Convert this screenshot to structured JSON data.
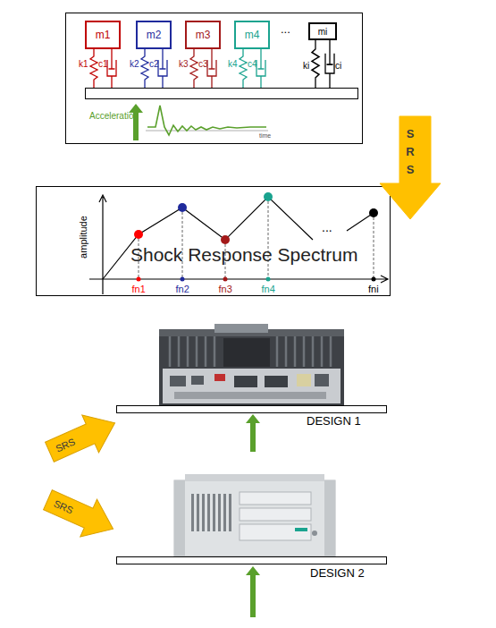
{
  "diagram": {
    "nodes": [
      {
        "text": [
          "m1"
        ]
      },
      {
        "text": [
          "m2"
        ]
      },
      {
        "text": [
          "m3"
        ]
      },
      {
        "text": [
          "m4"
        ]
      },
      {
        "text": [
          "mi"
        ]
      },
      {
        "text": [
          "S R S"
        ]
      },
      {
        "text": [
          "SRS"
        ]
      },
      {
        "text": [
          "SRS"
        ]
      }
    ],
    "labels": [
      "k1",
      "c1",
      "k2",
      "c2",
      "k3",
      "c3",
      "k4",
      "c4",
      "...",
      "ki",
      "ci",
      "Acceleration",
      "time",
      "amplitude",
      "Shock Response Spectrum",
      "...",
      "fn1",
      "fn2",
      "fn3",
      "fn4",
      "fni",
      "DESIGN 1",
      "DESIGN 2"
    ]
  }
}
